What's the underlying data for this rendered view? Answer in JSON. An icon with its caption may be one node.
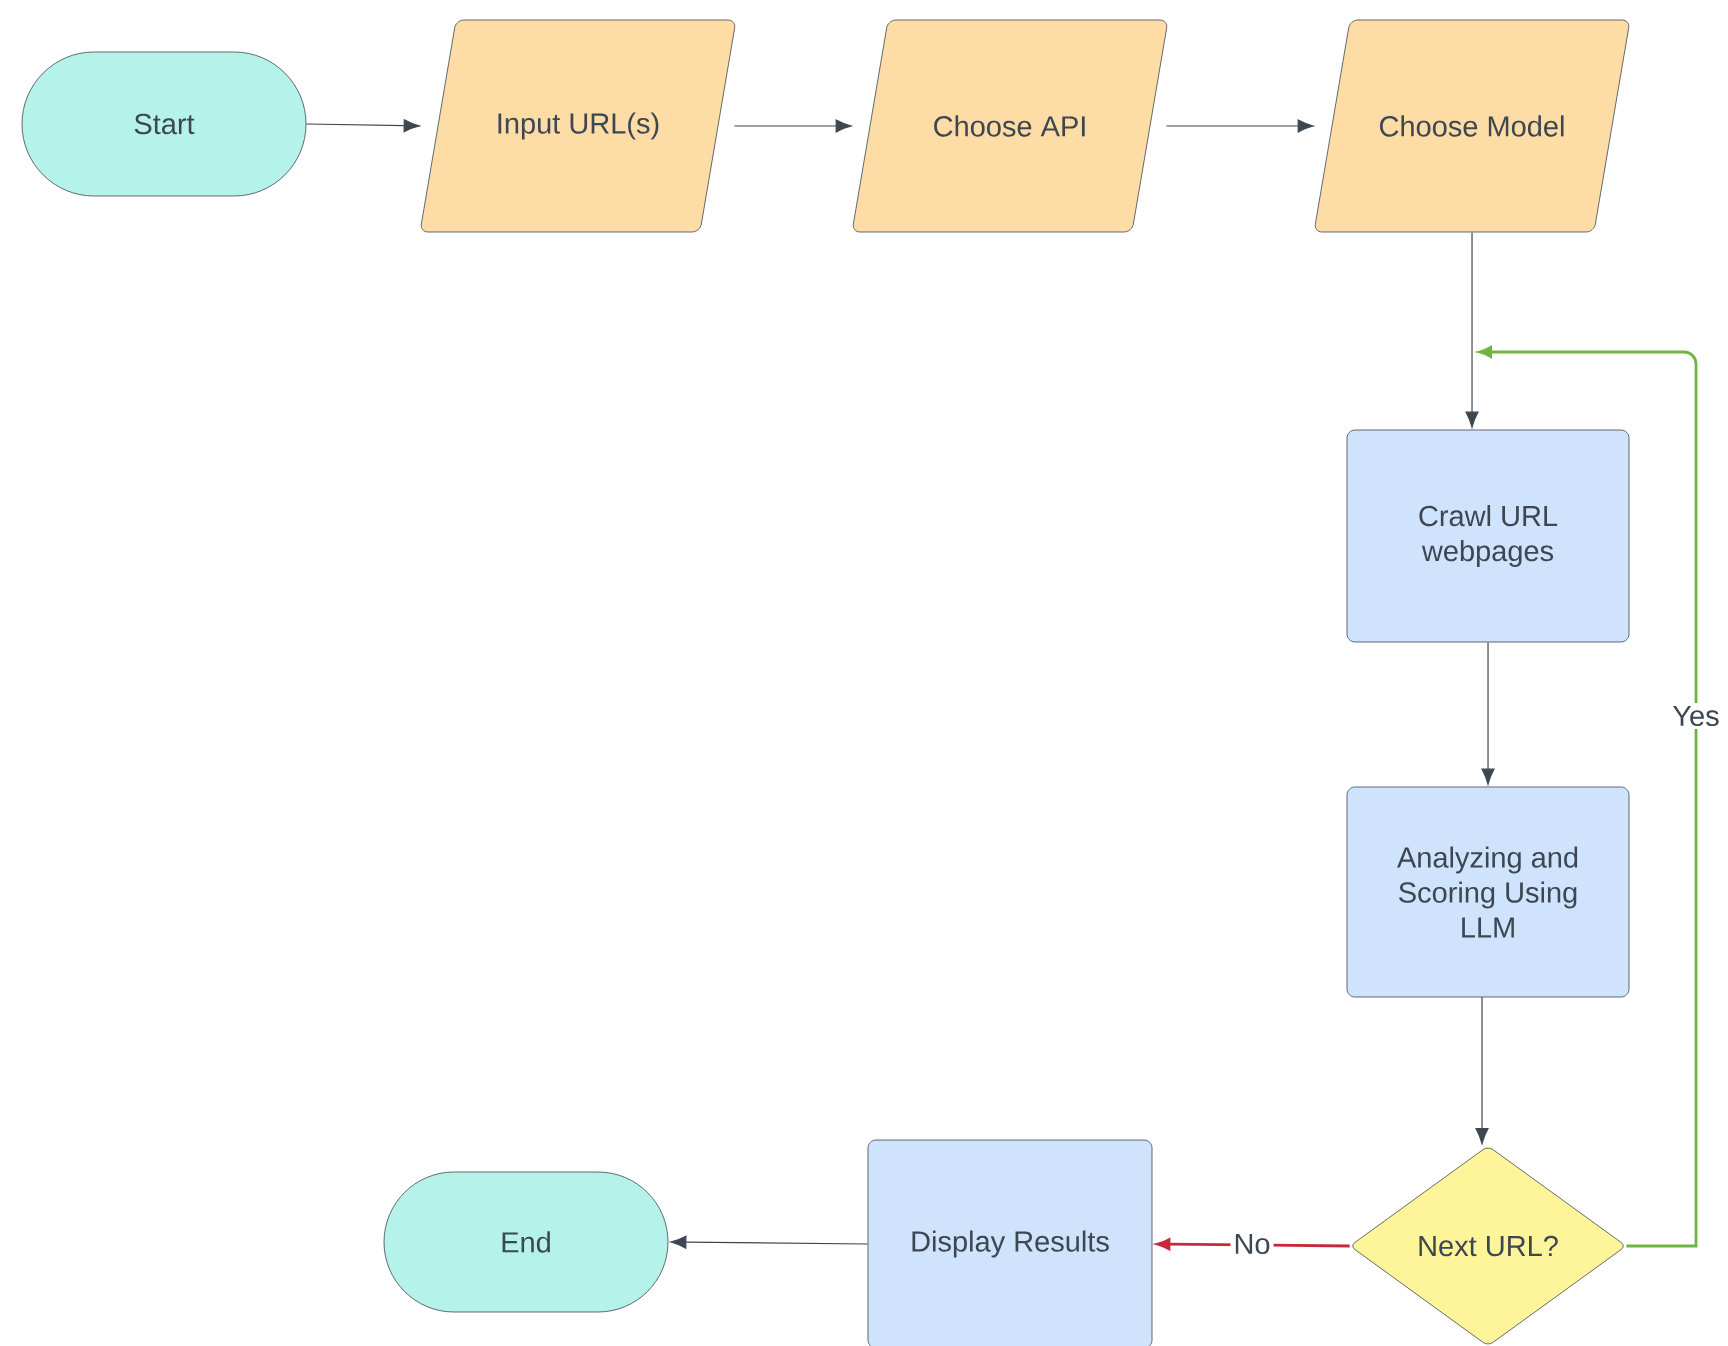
{
  "diagram": {
    "nodes": [
      {
        "text": [
          "Start"
        ]
      },
      {
        "text": [
          "Input URL(s)"
        ]
      },
      {
        "text": [
          "Choose API"
        ]
      },
      {
        "text": [
          "Choose Model"
        ]
      },
      {
        "text": [
          "Crawl URL webpages"
        ]
      },
      {
        "text": [
          "Analyzing and Scoring Using LLM"
        ]
      },
      {
        "text": [
          "Next URL?"
        ]
      },
      {
        "text": [
          "Display Results"
        ]
      },
      {
        "text": [
          "End"
        ]
      }
    ],
    "edges": [
      {
        "from": 0,
        "to": 1,
        "arrow": "to"
      },
      {
        "from": 1,
        "to": 2,
        "arrow": "to"
      },
      {
        "from": 2,
        "to": 3,
        "arrow": "to"
      },
      {
        "from": 3,
        "to": 4,
        "arrow": "to"
      },
      {
        "from": 4,
        "to": 5,
        "arrow": "to"
      },
      {
        "from": 5,
        "to": 6,
        "arrow": "to"
      },
      {
        "from": 6,
        "to": 7,
        "arrow": "to",
        "label": "No",
        "color": "#c8283b"
      },
      {
        "from": 6,
        "to": 4,
        "arrow": "to",
        "label": "Yes",
        "color": "#72b342"
      },
      {
        "from": 7,
        "to": 8,
        "arrow": "to"
      }
    ]
  }
}
